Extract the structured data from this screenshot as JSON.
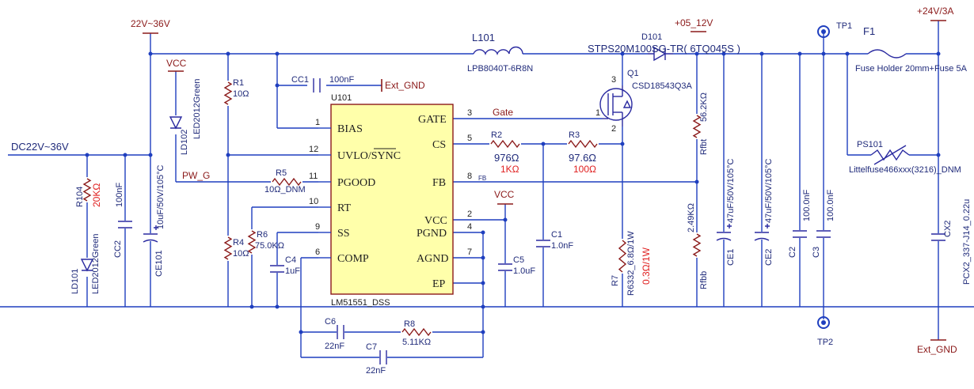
{
  "nets": {
    "vin_top": "22V~36V",
    "dc_in": "DC22V~36V",
    "vcc1": "VCC",
    "vcc2": "VCC",
    "out_mid": "+05_12V",
    "out_right": "+24V/3A",
    "ext_gnd1": "Ext_GND",
    "ext_gnd2": "Ext_GND",
    "gate": "Gate",
    "pwg": "PW_G",
    "fb": "FB"
  },
  "ic": {
    "ref": "U101",
    "part": "LM51551_DSS",
    "pins_left": [
      {
        "num": "1",
        "name": "BIAS"
      },
      {
        "num": "12",
        "name": "UVLO/SYNC"
      },
      {
        "num": "11",
        "name": "PGOOD"
      },
      {
        "num": "10",
        "name": "RT"
      },
      {
        "num": "9",
        "name": "SS"
      },
      {
        "num": "6",
        "name": "COMP"
      }
    ],
    "pins_right": [
      {
        "num": "3",
        "name": "GATE"
      },
      {
        "num": "5",
        "name": "CS"
      },
      {
        "num": "8",
        "name": "FB"
      },
      {
        "num": "2",
        "name": "VCC"
      },
      {
        "num": "4",
        "name": "PGND"
      },
      {
        "num": "7",
        "name": "AGND"
      },
      {
        "num": "",
        "name": "EP"
      }
    ]
  },
  "components": {
    "L101": {
      "ref": "L101",
      "value": "LPB8040T-6R8N"
    },
    "D101": {
      "ref": "D101",
      "value": "STPS20M100SG-TR( 6TQ045S )"
    },
    "Q1": {
      "ref": "Q1",
      "value": "CSD18543Q3A",
      "pin1": "1",
      "pin2": "2",
      "pin3": "3"
    },
    "CC1": {
      "ref": "CC1",
      "value": "100nF"
    },
    "R1": {
      "ref": "R1",
      "value": "10Ω"
    },
    "R4": {
      "ref": "R4",
      "value": "10Ω"
    },
    "R5": {
      "ref": "R5",
      "value": "10Ω_DNM"
    },
    "R6": {
      "ref": "R6",
      "value": "75.0KΩ"
    },
    "C4": {
      "ref": "C4",
      "value": "1uF"
    },
    "R2": {
      "ref": "R2",
      "value": "976Ω",
      "alt": "1KΩ"
    },
    "R3": {
      "ref": "R3",
      "value": "97.6Ω",
      "alt": "100Ω"
    },
    "C1": {
      "ref": "C1",
      "value": "1.0nF"
    },
    "C5": {
      "ref": "C5",
      "value": "1.0uF"
    },
    "C6": {
      "ref": "C6",
      "value": "22nF"
    },
    "C7": {
      "ref": "C7",
      "value": "22nF"
    },
    "R8": {
      "ref": "R8",
      "value": "5.11KΩ"
    },
    "R7": {
      "ref": "R7",
      "value": "R6332_6.8Ω/1W",
      "alt": "0.3Ω/1W"
    },
    "Rfbt": {
      "ref": "Rfbt",
      "value": "56.2KΩ"
    },
    "Rfbb": {
      "ref": "Rfbb",
      "value": "2.49KΩ"
    },
    "CE1": {
      "ref": "CE1",
      "value": "47uF/50V/105°C"
    },
    "CE2": {
      "ref": "CE2",
      "value": "47uF/50V/105°C"
    },
    "C2": {
      "ref": "C2",
      "value": "100.0nF"
    },
    "C3": {
      "ref": "C3",
      "value": "100.0nF"
    },
    "F1": {
      "ref": "F1",
      "value": "Fuse Holder 20mm+Fuse 5A"
    },
    "PS101": {
      "ref": "PS101",
      "value": "Littelfuse466xxx(3216)_DNM"
    },
    "CX2": {
      "ref": "CX2",
      "value": "PCX2_337-J14_0.22u"
    },
    "TP1": {
      "ref": "TP1"
    },
    "TP2": {
      "ref": "TP2"
    },
    "R104": {
      "ref": "R104",
      "value": "20KΩ"
    },
    "CC2": {
      "ref": "CC2",
      "value": "100nF"
    },
    "CE101": {
      "ref": "CE101",
      "value": "10uF/50V/105°C"
    },
    "LD101": {
      "ref": "LD101",
      "value": "LED2012Green"
    },
    "LD102": {
      "ref": "LD102",
      "value": "LED2012Green"
    }
  },
  "colors": {
    "wire": "#1f3fbf",
    "ic_fill": "#ffffaa",
    "ic_border": "#8b1a1a",
    "text": "#1f2a7a",
    "alt_value": "#e02020"
  }
}
